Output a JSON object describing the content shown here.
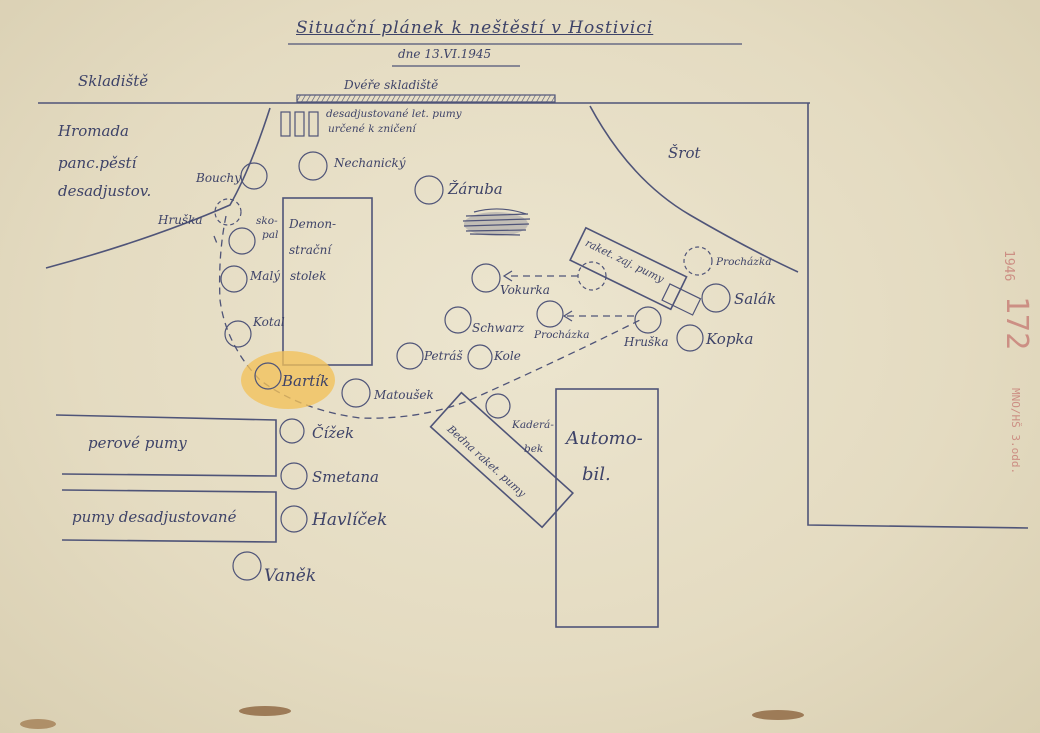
{
  "document": {
    "title": "Situační plánek k neštěstí v Hostivici",
    "date": "dne 13.VI.1945",
    "colors": {
      "paper": "#e6ddc4",
      "ink": "#4f5478",
      "highlight": "#f2c25a",
      "stamp": "#c9837a"
    }
  },
  "areas": {
    "skladiste": "Skladiště",
    "dvere_skladiste": "Dvéře skladiště",
    "hromada_line1": "Hromada",
    "hromada_line2": "panc.pěstí",
    "hromada_line3": "desadjustov.",
    "bomb_note_line1": "desadjustované let. pumy",
    "bomb_note_line2": "určené k zničení",
    "srot": "Šrot",
    "demo_table_line1": "Demon-",
    "demo_table_line2": "strační",
    "demo_table_line3": "stolek",
    "raket_pumy_upper": "raket. zaj. pumy",
    "bedna_raket": "Bedna raket. pumy",
    "perove_pumy": "perové pumy",
    "pumy_desadj": "pumy desadjustované",
    "automobil_line1": "Automo-",
    "automobil_line2": "bil."
  },
  "persons": {
    "bouchy": "Bouchy",
    "nechanicky": "Nechanický",
    "zaruba": "Žáruba",
    "hruska_left": "Hruška",
    "skopal_1": "sko-",
    "skopal_2": "pal",
    "maly": "Malý",
    "kotal": "Kotal",
    "bartik": "Bartík",
    "matousek": "Matoušek",
    "petras": "Petráš",
    "kole": "Kole",
    "schwarz": "Schwarz",
    "prochazka_mid": "Procházka",
    "vokurka": "Vokurka",
    "prochazka_right": "Procházka",
    "salak": "Salák",
    "hruska_right": "Hruška",
    "kopka": "Kopka",
    "kaderabek_1": "Kaderá-",
    "kaderabek_2": "bek",
    "cizek": "Čížek",
    "smetana": "Smetana",
    "havlicek": "Havlíček",
    "vanek": "Vaněk"
  },
  "stamp": {
    "year": "1946",
    "number": "172",
    "office": "MNO/HŠ 3.odd."
  }
}
